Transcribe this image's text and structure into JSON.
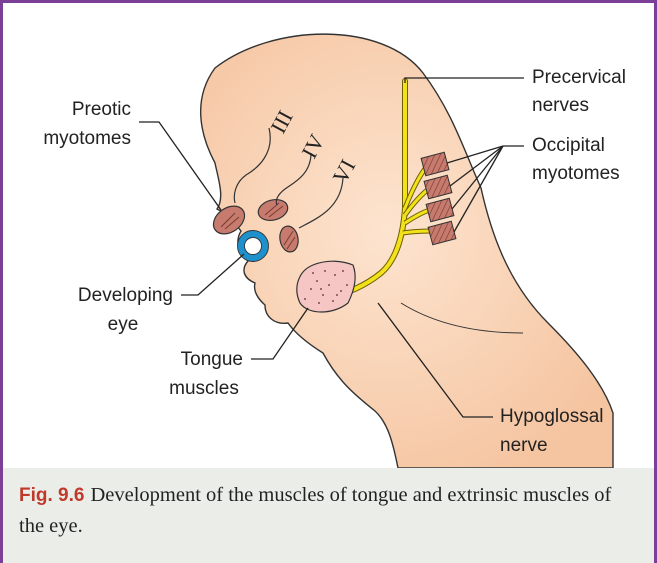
{
  "labels": {
    "preotic_1": "Preotic",
    "preotic_2": "myotomes",
    "precervical_1": "Precervical",
    "precervical_2": "nerves",
    "occipital_1": "Occipital",
    "occipital_2": "myotomes",
    "developing_1": "Developing",
    "developing_2": "eye",
    "tongue_1": "Tongue",
    "tongue_2": "muscles",
    "hypoglossal_1": "Hypoglossal",
    "hypoglossal_2": "nerve",
    "nerve_iii": "III",
    "nerve_iv": "IV",
    "nerve_vi": "VI"
  },
  "caption": {
    "fig_number": "Fig. 9.6",
    "text": "Development of the muscles of tongue and extrinsic muscles of the eye."
  },
  "colors": {
    "frame": "#7b3f98",
    "skin": "#f9d3b4",
    "myotome": "#c77b6f",
    "eye_ring": "#1e90cc",
    "nerve": "#f3e21a",
    "fig_number": "#c0392b",
    "caption_bg": "#ebeee8"
  }
}
